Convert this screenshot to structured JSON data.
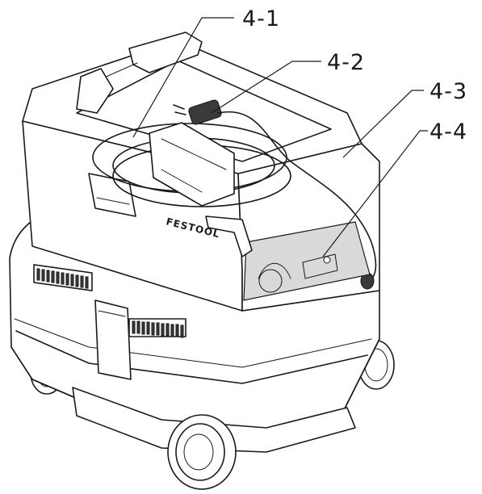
{
  "callouts": [
    {
      "id": "4-1",
      "label": "4-1"
    },
    {
      "id": "4-2",
      "label": "4-2"
    },
    {
      "id": "4-3",
      "label": "4-3"
    },
    {
      "id": "4-4",
      "label": "4-4"
    }
  ],
  "brand_logo": "FESTOOL",
  "colors": {
    "line": "#1a1a1a",
    "shade": "#d9d9d9",
    "background": "#ffffff"
  }
}
